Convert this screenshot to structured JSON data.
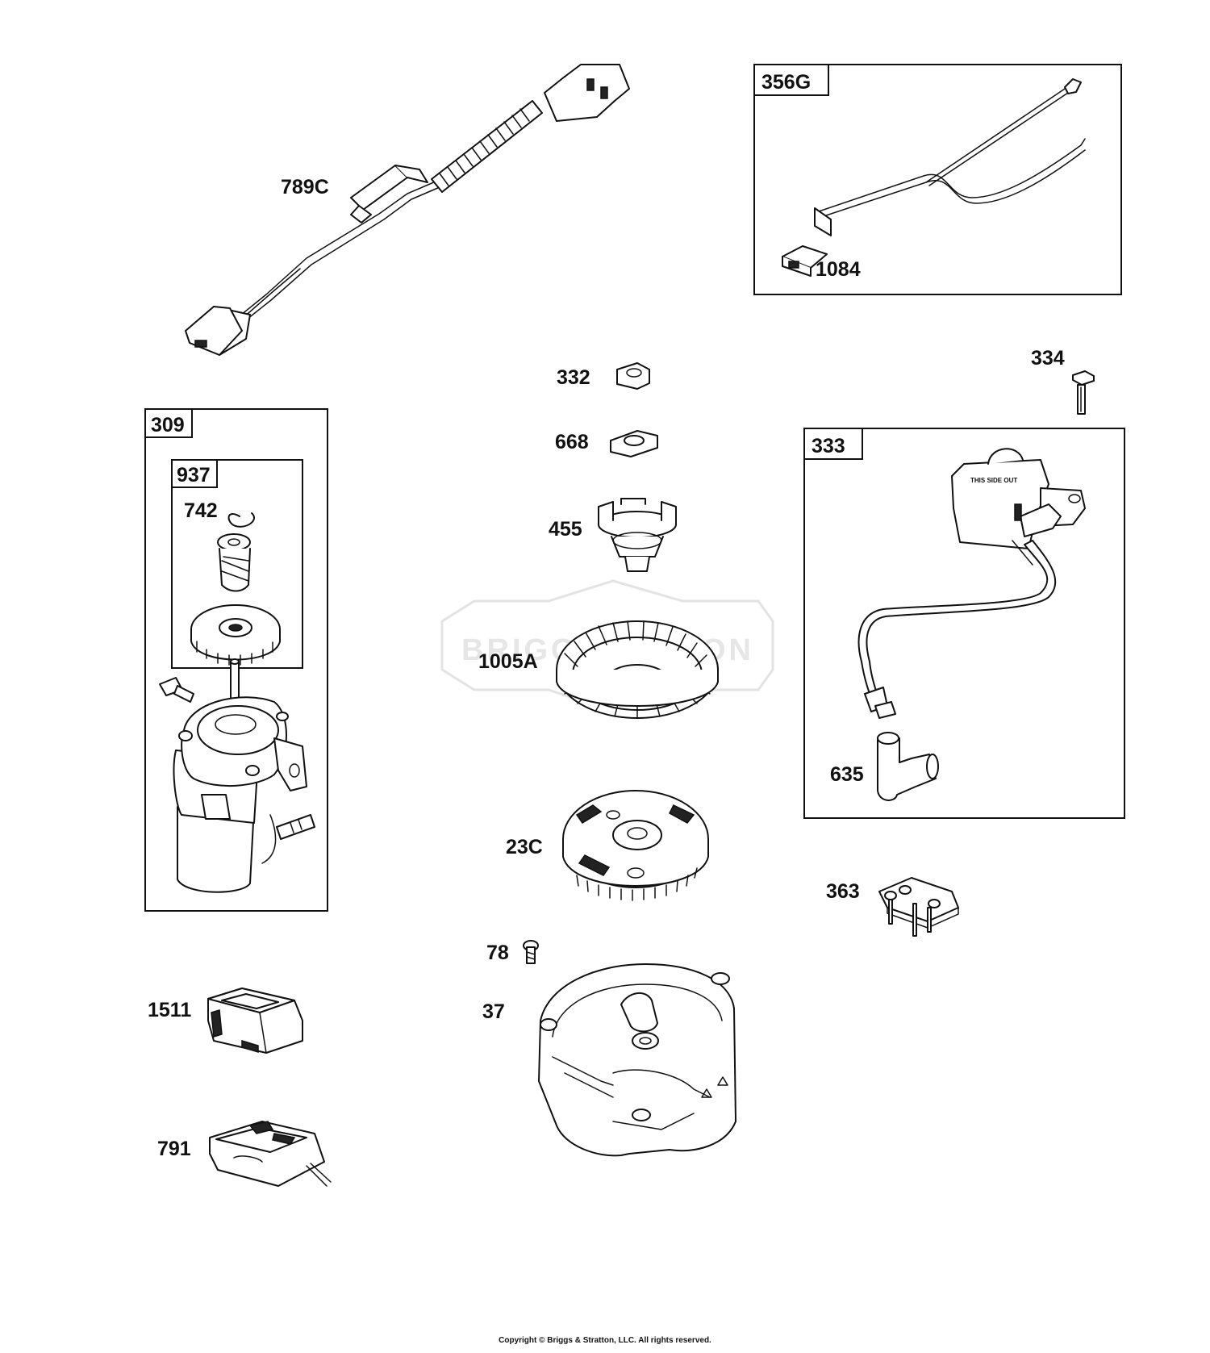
{
  "callouts": {
    "harness": "789C",
    "wire": "1084",
    "nut": "332",
    "washer": "668",
    "starter_cup": "455",
    "bolt_coil": "334",
    "flywheel_fan": "1005A",
    "flywheel": "23C",
    "clip": "742",
    "spark_cap": "635",
    "bracket": "363",
    "screw": "78",
    "housing": "37",
    "battery": "1511",
    "charger": "791"
  },
  "kits": {
    "wire_kit": "356G",
    "starter_kit": "309",
    "drive_kit": "937",
    "coil_kit": "333"
  },
  "watermark": {
    "left": "BRIGGS",
    "right": "ON"
  },
  "coil_sticker": "THIS SIDE OUT",
  "copyright": "Copyright © Briggs & Stratton, LLC. All rights reserved."
}
